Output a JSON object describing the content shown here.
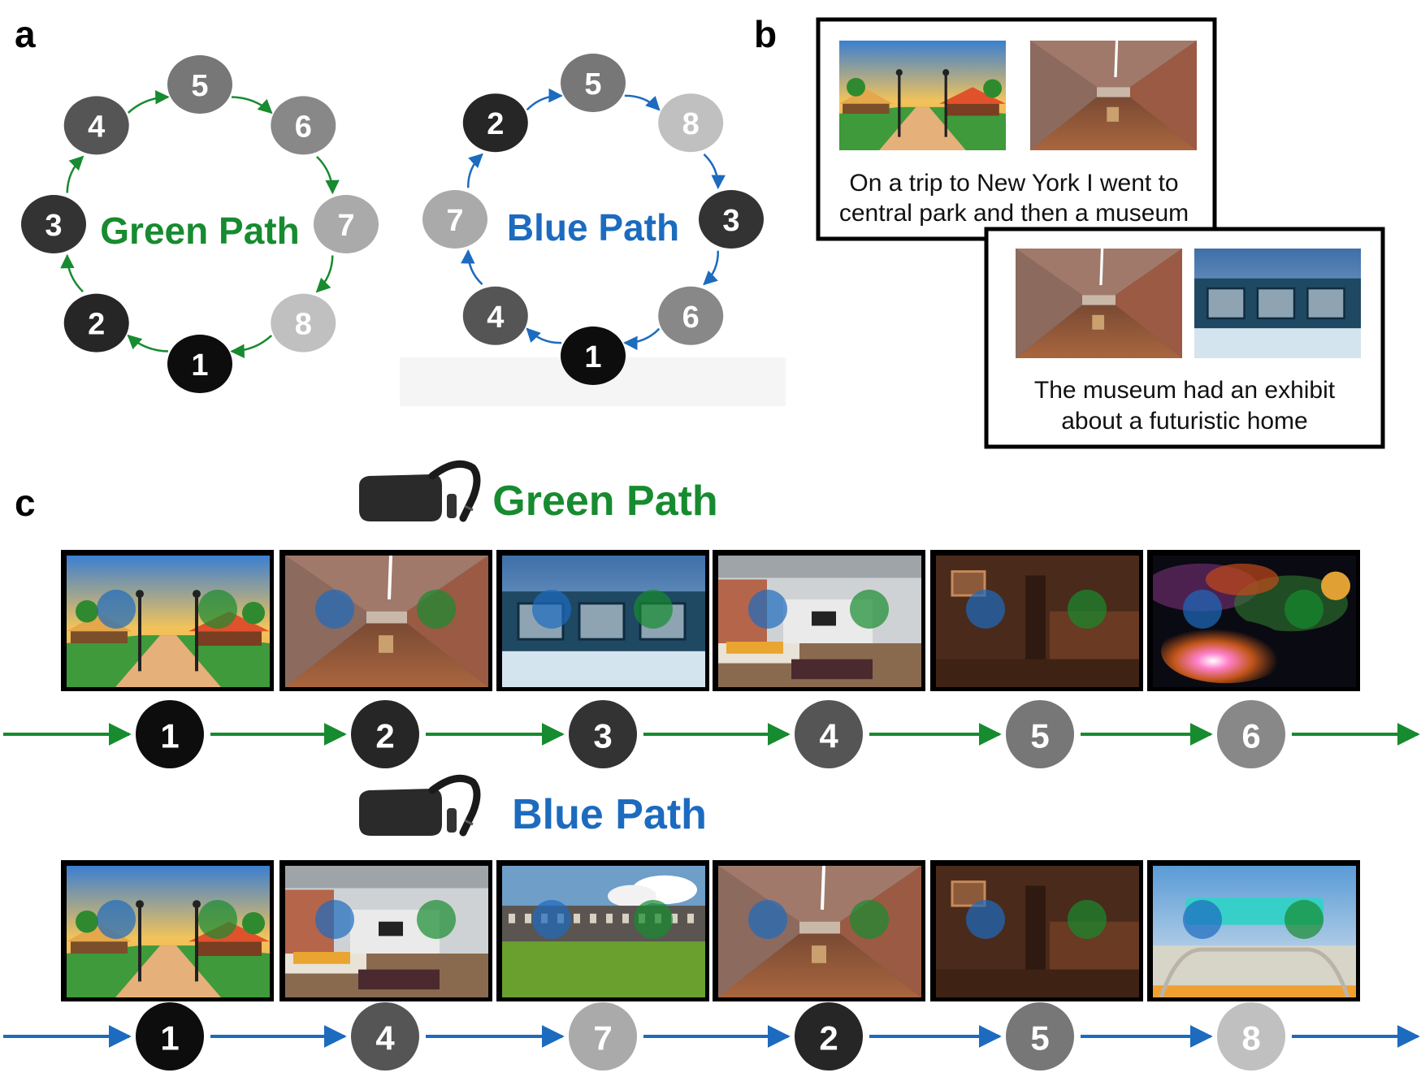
{
  "panels": {
    "a": "a",
    "b": "b",
    "c": "c"
  },
  "colors": {
    "green": "#178b2f",
    "blue": "#1c6bbf",
    "node_shades": [
      "#0d0d0d",
      "#262626",
      "#333333",
      "#555555",
      "#777777",
      "#888888",
      "#aaaaaa",
      "#c0c0c0"
    ]
  },
  "panel_a": {
    "green_title": "Green Path",
    "blue_title": "Blue Path",
    "green_order": [
      "1",
      "2",
      "3",
      "4",
      "5",
      "6",
      "7",
      "8"
    ],
    "blue_order": [
      "1",
      "4",
      "7",
      "2",
      "5",
      "8",
      "3",
      "6"
    ]
  },
  "panel_b": {
    "caption1_line1": "On a trip to New York I went to",
    "caption1_line2": "central park and then a museum",
    "caption2_line1": "The museum had an exhibit",
    "caption2_line2": "about a futuristic home",
    "card1_scenes": [
      "park",
      "hallway"
    ],
    "card2_scenes": [
      "hallway",
      "train"
    ]
  },
  "panel_c": {
    "green_title": "Green Path",
    "blue_title": "Blue Path",
    "green_sequence": [
      "1",
      "2",
      "3",
      "4",
      "5",
      "6"
    ],
    "green_scenes": [
      "park",
      "hallway",
      "train",
      "livingroom",
      "darkroom",
      "space"
    ],
    "blue_sequence": [
      "1",
      "4",
      "7",
      "2",
      "5",
      "8"
    ],
    "blue_scenes": [
      "park",
      "livingroom",
      "houses",
      "hallway",
      "darkroom",
      "future"
    ],
    "headset_icon": "vr-headset-icon"
  }
}
